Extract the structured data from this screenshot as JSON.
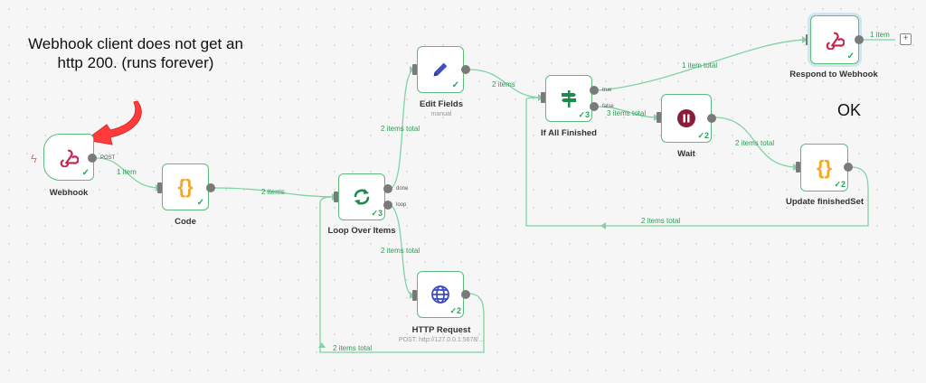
{
  "annotation": {
    "text": "Webhook client does not get an http 200. (runs forever)"
  },
  "ok_note": "OK",
  "nodes": {
    "webhook": {
      "label": "Webhook",
      "port": "POST"
    },
    "code": {
      "label": "Code"
    },
    "loop": {
      "label": "Loop Over Items",
      "count": "3",
      "port_done": "done",
      "port_loop": "loop"
    },
    "edit_fields": {
      "label": "Edit Fields",
      "sub": "manual"
    },
    "http_request": {
      "label": "HTTP Request",
      "sub": "POST: http://127.0.0.1:5678/...",
      "count": "2"
    },
    "if_all": {
      "label": "If All Finished",
      "count": "3",
      "port_true": "true",
      "port_false": "false"
    },
    "wait": {
      "label": "Wait",
      "count": "2"
    },
    "update": {
      "label": "Update finishedSet",
      "count": "2"
    },
    "respond": {
      "label": "Respond to Webhook"
    }
  },
  "edges": {
    "webhook_code": "1 item",
    "code_loop": "2 items",
    "loop_edit": "2 items total",
    "loop_http": "2 items total",
    "http_loop": "2 items total",
    "edit_if": "2 items",
    "if_respond": "1 item total",
    "if_wait": "3 items total",
    "wait_update": "2 items total",
    "update_if": "2 items total",
    "respond_out": "1 item"
  },
  "colors": {
    "accent": "#ff6d5a",
    "edge": "#7fd3a4",
    "success": "#29a35a",
    "node_border": "#5dbb7c"
  }
}
